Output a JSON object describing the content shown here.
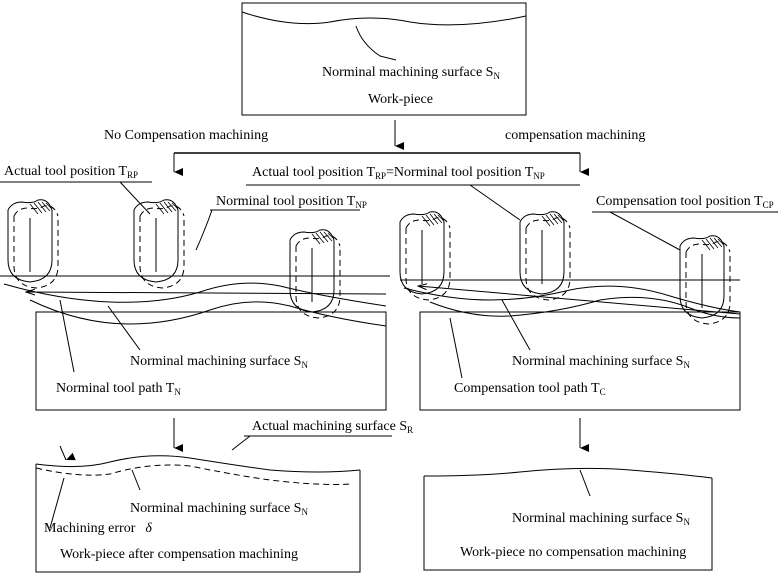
{
  "workpiece": {
    "surface_label": "Norminal machining surface S",
    "surface_sub": "N",
    "title": "Work-piece"
  },
  "branches": {
    "left_label": "No Compensation machining",
    "right_label": "compensation machining"
  },
  "left_panel": {
    "actual_tool_label": "Actual tool position T",
    "actual_tool_sub": "RP",
    "nominal_tool_label": "Norminal tool position T",
    "nominal_tool_sub": "NP",
    "surface_label": "Norminal machining surface S",
    "surface_sub": "N",
    "path_label": "Norminal tool path T",
    "path_sub": "N"
  },
  "right_panel": {
    "equal_label_a": "Actual tool position T",
    "equal_sub_a": "RP",
    "equal_label_b": "=Norminal tool position T",
    "equal_sub_b": "NP",
    "comp_tool_label": "Compensation tool position T",
    "comp_tool_sub": "CP",
    "surface_label": "Norminal machining surface S",
    "surface_sub": "N",
    "path_label": "Compensation tool path T",
    "path_sub": "C"
  },
  "bottom_left": {
    "actual_surface_label": "Actual machining surface S",
    "actual_surface_sub": "R",
    "nominal_surface_label": "Norminal machining surface S",
    "nominal_surface_sub": "N",
    "error_label": "Machining error",
    "error_symbol": "δ",
    "title": "Work-piece after compensation machining"
  },
  "bottom_right": {
    "surface_label": "Norminal machining surface S",
    "surface_sub": "N",
    "title": "Work-piece no compensation machining"
  }
}
